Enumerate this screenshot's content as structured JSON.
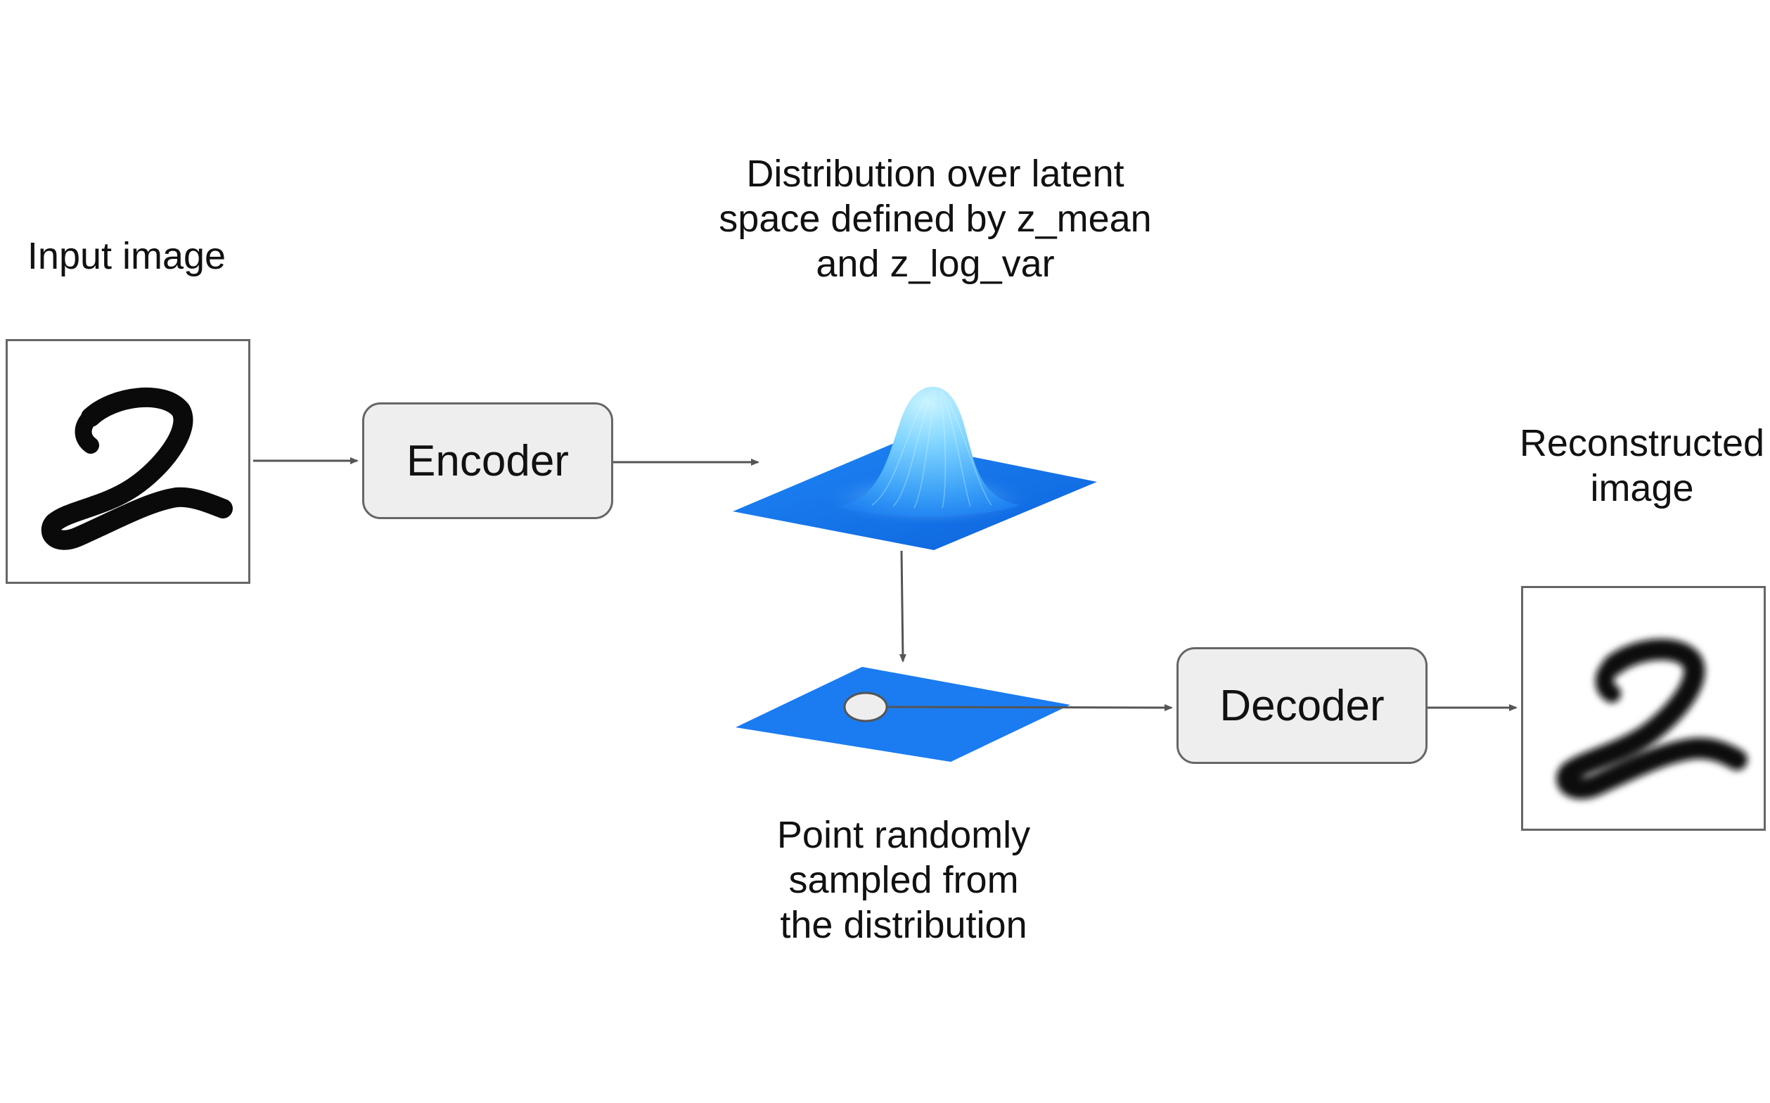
{
  "labels": {
    "input_image": "Input image",
    "distribution": [
      "Distribution over latent",
      "space defined by z_mean",
      "and z_log_var"
    ],
    "sampled_point": [
      "Point randomly",
      "sampled from",
      "the distribution"
    ],
    "reconstructed": [
      "Reconstructed",
      "image"
    ]
  },
  "blocks": {
    "encoder": "Encoder",
    "decoder": "Decoder"
  },
  "icons": {
    "input_digit": "handwritten-digit-2-icon",
    "reconstructed_digit": "blurred-digit-2-icon",
    "distribution": "gaussian-surface-icon",
    "latent_plane": "latent-plane-icon"
  },
  "colors": {
    "plane_blue": "#1a7cf0",
    "peak_light": "#9fe6ff",
    "block_fill": "#eeeeee",
    "stroke": "#666666",
    "arrow": "#555555"
  }
}
